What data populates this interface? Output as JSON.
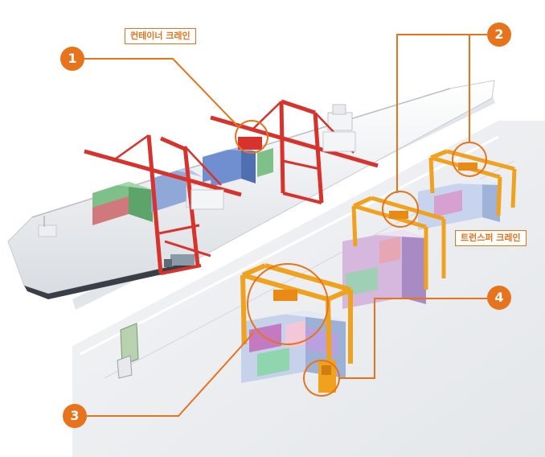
{
  "labels": {
    "container_crane": "컨테이너 크레인",
    "transfer_crane": "트런스퍼 크레인"
  },
  "callouts": [
    "1",
    "2",
    "3",
    "4"
  ],
  "colors": {
    "accent": "#e8731d",
    "crane_red": "#d8322c",
    "crane_orange": "#f0a21e",
    "ship_hull": "#f2f4f6",
    "ground": "#eef0f2"
  }
}
